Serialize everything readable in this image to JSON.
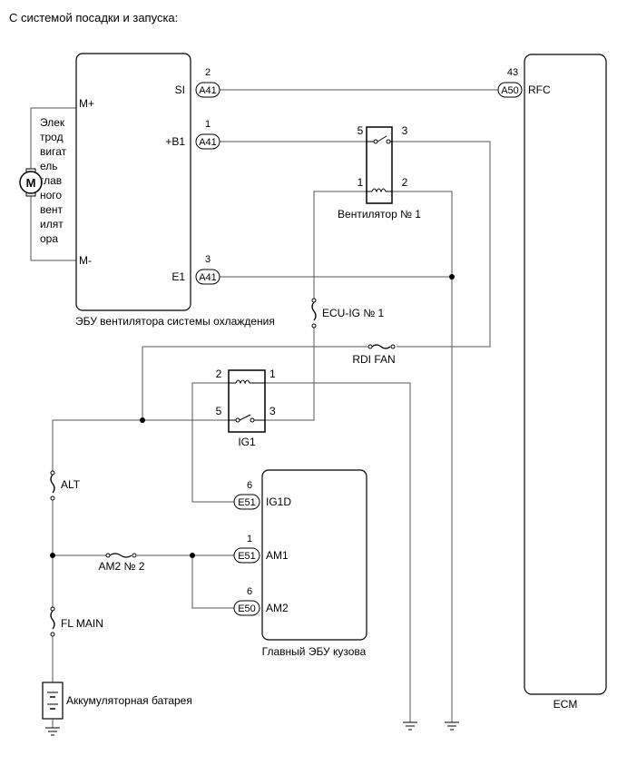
{
  "header": {
    "title": "С системой посадки и запуска:"
  },
  "fan_ecu": {
    "caption": "ЭБУ вентилятора системы охлаждения",
    "pins": {
      "m_plus": "M+",
      "m_minus": "M-",
      "si": "SI",
      "b1": "+B1",
      "e1": "E1"
    },
    "connector": "A41",
    "pin_numbers": {
      "si": "2",
      "b1": "1",
      "e1": "3"
    }
  },
  "motor": {
    "symbol": "M",
    "label_lines": [
      "Элек",
      "трод",
      "вигат",
      "ель",
      "глав",
      "ного",
      "вент",
      "илят",
      "ора"
    ]
  },
  "ecm": {
    "label": "ECM",
    "connector": "A50",
    "pin_number": "43",
    "pin": "RFC"
  },
  "fan_relay": {
    "label": "Вентилятор № 1",
    "pins": [
      "5",
      "3",
      "1",
      "2"
    ]
  },
  "ig1_relay": {
    "label": "IG1",
    "pins": [
      "2",
      "1",
      "5",
      "3"
    ]
  },
  "fuses": {
    "ecu_ig": "ECU-IG № 1",
    "rdi_fan": "RDI FAN",
    "alt": "ALT",
    "am2": "AM2 № 2",
    "fl_main": "FL MAIN"
  },
  "body_ecu": {
    "caption": "Главный ЭБУ кузова",
    "pins": [
      {
        "connector": "E51",
        "number": "6",
        "name": "IG1D"
      },
      {
        "connector": "E51",
        "number": "1",
        "name": "AM1"
      },
      {
        "connector": "E50",
        "number": "6",
        "name": "AM2"
      }
    ]
  },
  "battery": {
    "label": "Аккумуляторная батарея"
  }
}
